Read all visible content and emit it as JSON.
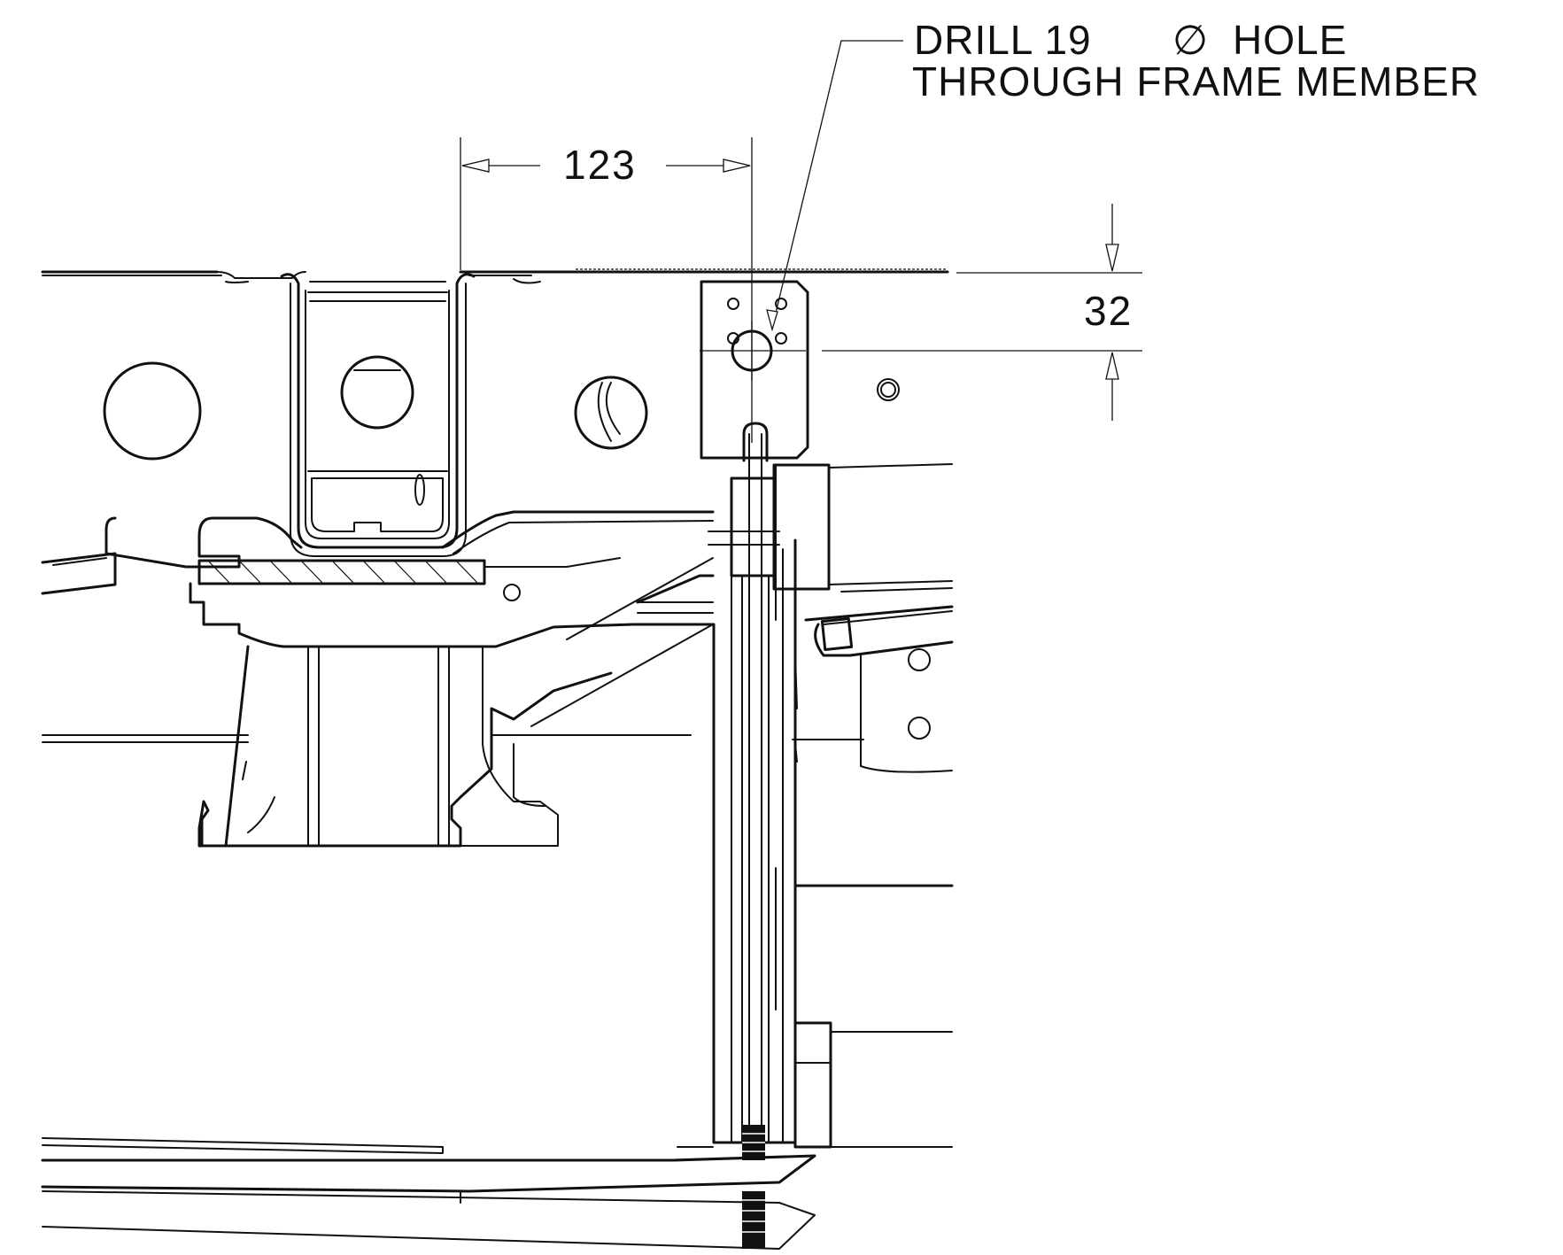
{
  "annotation": {
    "line1": "DRILL 19",
    "diameter_symbol": "∅",
    "line1_tail": "HOLE",
    "line2": "THROUGH FRAME MEMBER"
  },
  "dimensions": {
    "horizontal": "123",
    "vertical": "32"
  },
  "colors": {
    "line": "#111111",
    "background": "#ffffff"
  }
}
